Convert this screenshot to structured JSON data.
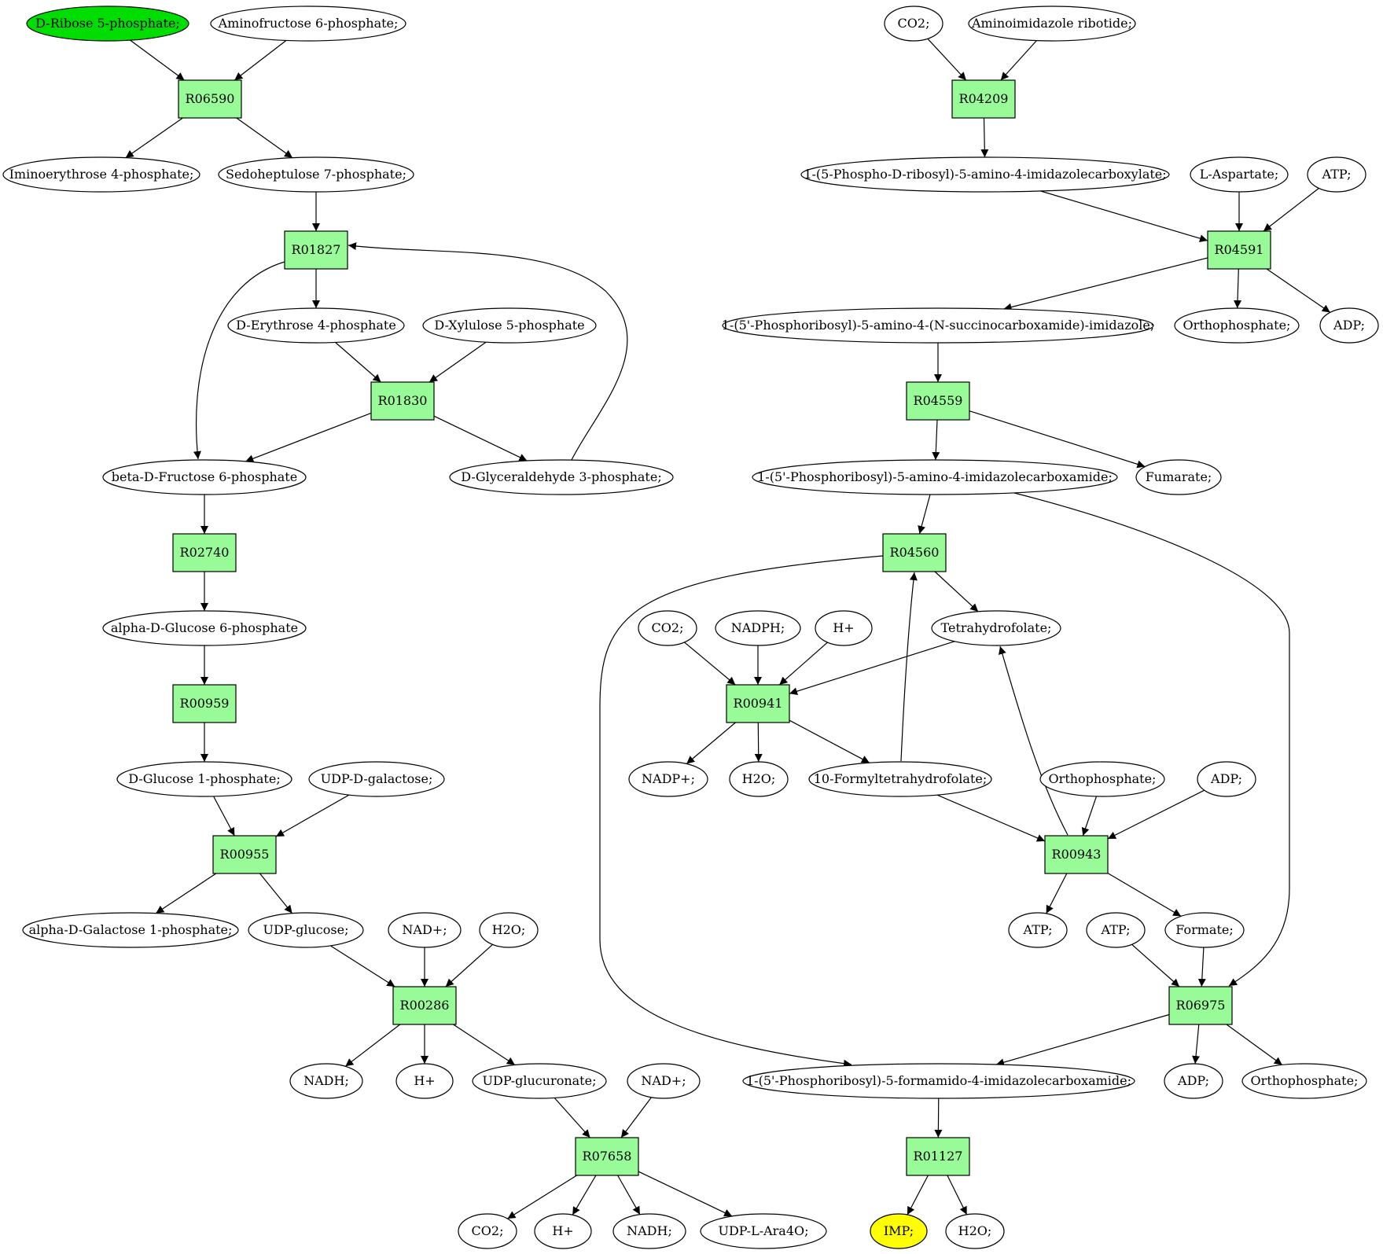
{
  "colors": {
    "reaction_fill": "#98fb98",
    "metabolite_fill": "#ffffff",
    "start_fill": "#00dd00",
    "end_fill": "#ffff00",
    "stroke": "#000000"
  },
  "metabolites": {
    "m_r5p": {
      "label": "D-Ribose 5-phosphate;",
      "role": "start"
    },
    "m_af6p": {
      "label": "Aminofructose 6-phosphate;"
    },
    "m_ie4p": {
      "label": "Iminoerythrose 4-phosphate;"
    },
    "m_s7p": {
      "label": "Sedoheptulose 7-phosphate;"
    },
    "m_e4p": {
      "label": "D-Erythrose 4-phosphate"
    },
    "m_x5p": {
      "label": "D-Xylulose 5-phosphate"
    },
    "m_bf6p": {
      "label": "beta-D-Fructose 6-phosphate"
    },
    "m_g3p": {
      "label": "D-Glyceraldehyde 3-phosphate;"
    },
    "m_ag6p": {
      "label": "alpha-D-Glucose 6-phosphate"
    },
    "m_g1p": {
      "label": "D-Glucose 1-phosphate;"
    },
    "m_udpgal": {
      "label": "UDP-D-galactose;"
    },
    "m_agal1p": {
      "label": "alpha-D-Galactose 1-phosphate;"
    },
    "m_udpglc": {
      "label": "UDP-glucose;"
    },
    "m_nad1": {
      "label": "NAD+;"
    },
    "m_h2o1": {
      "label": "H2O;"
    },
    "m_nadh1": {
      "label": "NADH;"
    },
    "m_h1": {
      "label": "H+"
    },
    "m_udpgca": {
      "label": "UDP-glucuronate;"
    },
    "m_nad2": {
      "label": "NAD+;"
    },
    "m_co2b": {
      "label": "CO2;"
    },
    "m_h2": {
      "label": "H+"
    },
    "m_nadh2": {
      "label": "NADH;"
    },
    "m_udpara": {
      "label": "UDP-L-Ara4O;"
    },
    "m_co2a": {
      "label": "CO2;"
    },
    "m_air": {
      "label": "Aminoimidazole ribotide;"
    },
    "m_cair": {
      "label": "1-(5-Phospho-D-ribosyl)-5-amino-4-imidazolecarboxylate;"
    },
    "m_asp": {
      "label": "L-Aspartate;"
    },
    "m_atp1": {
      "label": "ATP;"
    },
    "m_saicar": {
      "label": "1-(5'-Phosphoribosyl)-5-amino-4-(N-succinocarboxamide)-imidazole;"
    },
    "m_pi1": {
      "label": "Orthophosphate;"
    },
    "m_adp1": {
      "label": "ADP;"
    },
    "m_aicar": {
      "label": "1-(5'-Phosphoribosyl)-5-amino-4-imidazolecarboxamide;"
    },
    "m_fum": {
      "label": "Fumarate;"
    },
    "m_co2c": {
      "label": "CO2;"
    },
    "m_nadph": {
      "label": "NADPH;"
    },
    "m_h3": {
      "label": "H+"
    },
    "m_thf": {
      "label": "Tetrahydrofolate;"
    },
    "m_nadp": {
      "label": "NADP+;"
    },
    "m_h2o2": {
      "label": "H2O;"
    },
    "m_fthf": {
      "label": "10-Formyltetrahydrofolate;"
    },
    "m_pi2": {
      "label": "Orthophosphate;"
    },
    "m_adp2": {
      "label": "ADP;"
    },
    "m_atp2": {
      "label": "ATP;"
    },
    "m_atp3": {
      "label": "ATP;"
    },
    "m_formate": {
      "label": "Formate;"
    },
    "m_faicar": {
      "label": "1-(5'-Phosphoribosyl)-5-formamido-4-imidazolecarboxamide;"
    },
    "m_adp3": {
      "label": "ADP;"
    },
    "m_pi3": {
      "label": "Orthophosphate;"
    },
    "m_imp": {
      "label": "IMP;",
      "role": "end"
    },
    "m_h2o3": {
      "label": "H2O;"
    }
  },
  "reactions": {
    "r_06590": {
      "label": "R06590"
    },
    "r_01827": {
      "label": "R01827"
    },
    "r_01830": {
      "label": "R01830"
    },
    "r_02740": {
      "label": "R02740"
    },
    "r_00959": {
      "label": "R00959"
    },
    "r_00955": {
      "label": "R00955"
    },
    "r_00286": {
      "label": "R00286"
    },
    "r_07658": {
      "label": "R07658"
    },
    "r_04209": {
      "label": "R04209"
    },
    "r_04591": {
      "label": "R04591"
    },
    "r_04559": {
      "label": "R04559"
    },
    "r_04560": {
      "label": "R04560"
    },
    "r_00941": {
      "label": "R00941"
    },
    "r_00943": {
      "label": "R00943"
    },
    "r_06975": {
      "label": "R06975"
    },
    "r_01127": {
      "label": "R01127"
    }
  },
  "edges": [
    [
      "m_r5p",
      "r_06590"
    ],
    [
      "m_af6p",
      "r_06590"
    ],
    [
      "r_06590",
      "m_ie4p"
    ],
    [
      "r_06590",
      "m_s7p"
    ],
    [
      "m_s7p",
      "r_01827"
    ],
    [
      "r_01827",
      "m_e4p"
    ],
    [
      "r_01827",
      "m_bf6p"
    ],
    [
      "m_g3p",
      "r_01827"
    ],
    [
      "m_e4p",
      "r_01830"
    ],
    [
      "m_x5p",
      "r_01830"
    ],
    [
      "r_01830",
      "m_bf6p"
    ],
    [
      "r_01830",
      "m_g3p"
    ],
    [
      "m_bf6p",
      "r_02740"
    ],
    [
      "r_02740",
      "m_ag6p"
    ],
    [
      "m_ag6p",
      "r_00959"
    ],
    [
      "r_00959",
      "m_g1p"
    ],
    [
      "m_g1p",
      "r_00955"
    ],
    [
      "m_udpgal",
      "r_00955"
    ],
    [
      "r_00955",
      "m_agal1p"
    ],
    [
      "r_00955",
      "m_udpglc"
    ],
    [
      "m_udpglc",
      "r_00286"
    ],
    [
      "m_nad1",
      "r_00286"
    ],
    [
      "m_h2o1",
      "r_00286"
    ],
    [
      "r_00286",
      "m_nadh1"
    ],
    [
      "r_00286",
      "m_h1"
    ],
    [
      "r_00286",
      "m_udpgca"
    ],
    [
      "m_udpgca",
      "r_07658"
    ],
    [
      "m_nad2",
      "r_07658"
    ],
    [
      "r_07658",
      "m_co2b"
    ],
    [
      "r_07658",
      "m_h2"
    ],
    [
      "r_07658",
      "m_nadh2"
    ],
    [
      "r_07658",
      "m_udpara"
    ],
    [
      "m_co2a",
      "r_04209"
    ],
    [
      "m_air",
      "r_04209"
    ],
    [
      "r_04209",
      "m_cair"
    ],
    [
      "m_cair",
      "r_04591"
    ],
    [
      "m_asp",
      "r_04591"
    ],
    [
      "m_atp1",
      "r_04591"
    ],
    [
      "r_04591",
      "m_saicar"
    ],
    [
      "r_04591",
      "m_pi1"
    ],
    [
      "r_04591",
      "m_adp1"
    ],
    [
      "m_saicar",
      "r_04559"
    ],
    [
      "r_04559",
      "m_aicar"
    ],
    [
      "r_04559",
      "m_fum"
    ],
    [
      "m_aicar",
      "r_04560"
    ],
    [
      "m_aicar",
      "r_06975"
    ],
    [
      "r_04560",
      "m_thf"
    ],
    [
      "r_04560",
      "m_faicar"
    ],
    [
      "m_fthf",
      "r_04560"
    ],
    [
      "m_co2c",
      "r_00941"
    ],
    [
      "m_nadph",
      "r_00941"
    ],
    [
      "m_h3",
      "r_00941"
    ],
    [
      "m_thf",
      "r_00941"
    ],
    [
      "r_00941",
      "m_nadp"
    ],
    [
      "r_00941",
      "m_h2o2"
    ],
    [
      "r_00941",
      "m_fthf"
    ],
    [
      "m_fthf",
      "r_00943"
    ],
    [
      "m_pi2",
      "r_00943"
    ],
    [
      "m_adp2",
      "r_00943"
    ],
    [
      "r_00943",
      "m_thf"
    ],
    [
      "r_00943",
      "m_atp2"
    ],
    [
      "r_00943",
      "m_formate"
    ],
    [
      "m_atp3",
      "r_06975"
    ],
    [
      "m_formate",
      "r_06975"
    ],
    [
      "r_06975",
      "m_faicar"
    ],
    [
      "r_06975",
      "m_adp3"
    ],
    [
      "r_06975",
      "m_pi3"
    ],
    [
      "m_faicar",
      "r_01127"
    ],
    [
      "r_01127",
      "m_imp"
    ],
    [
      "r_01127",
      "m_h2o3"
    ]
  ]
}
